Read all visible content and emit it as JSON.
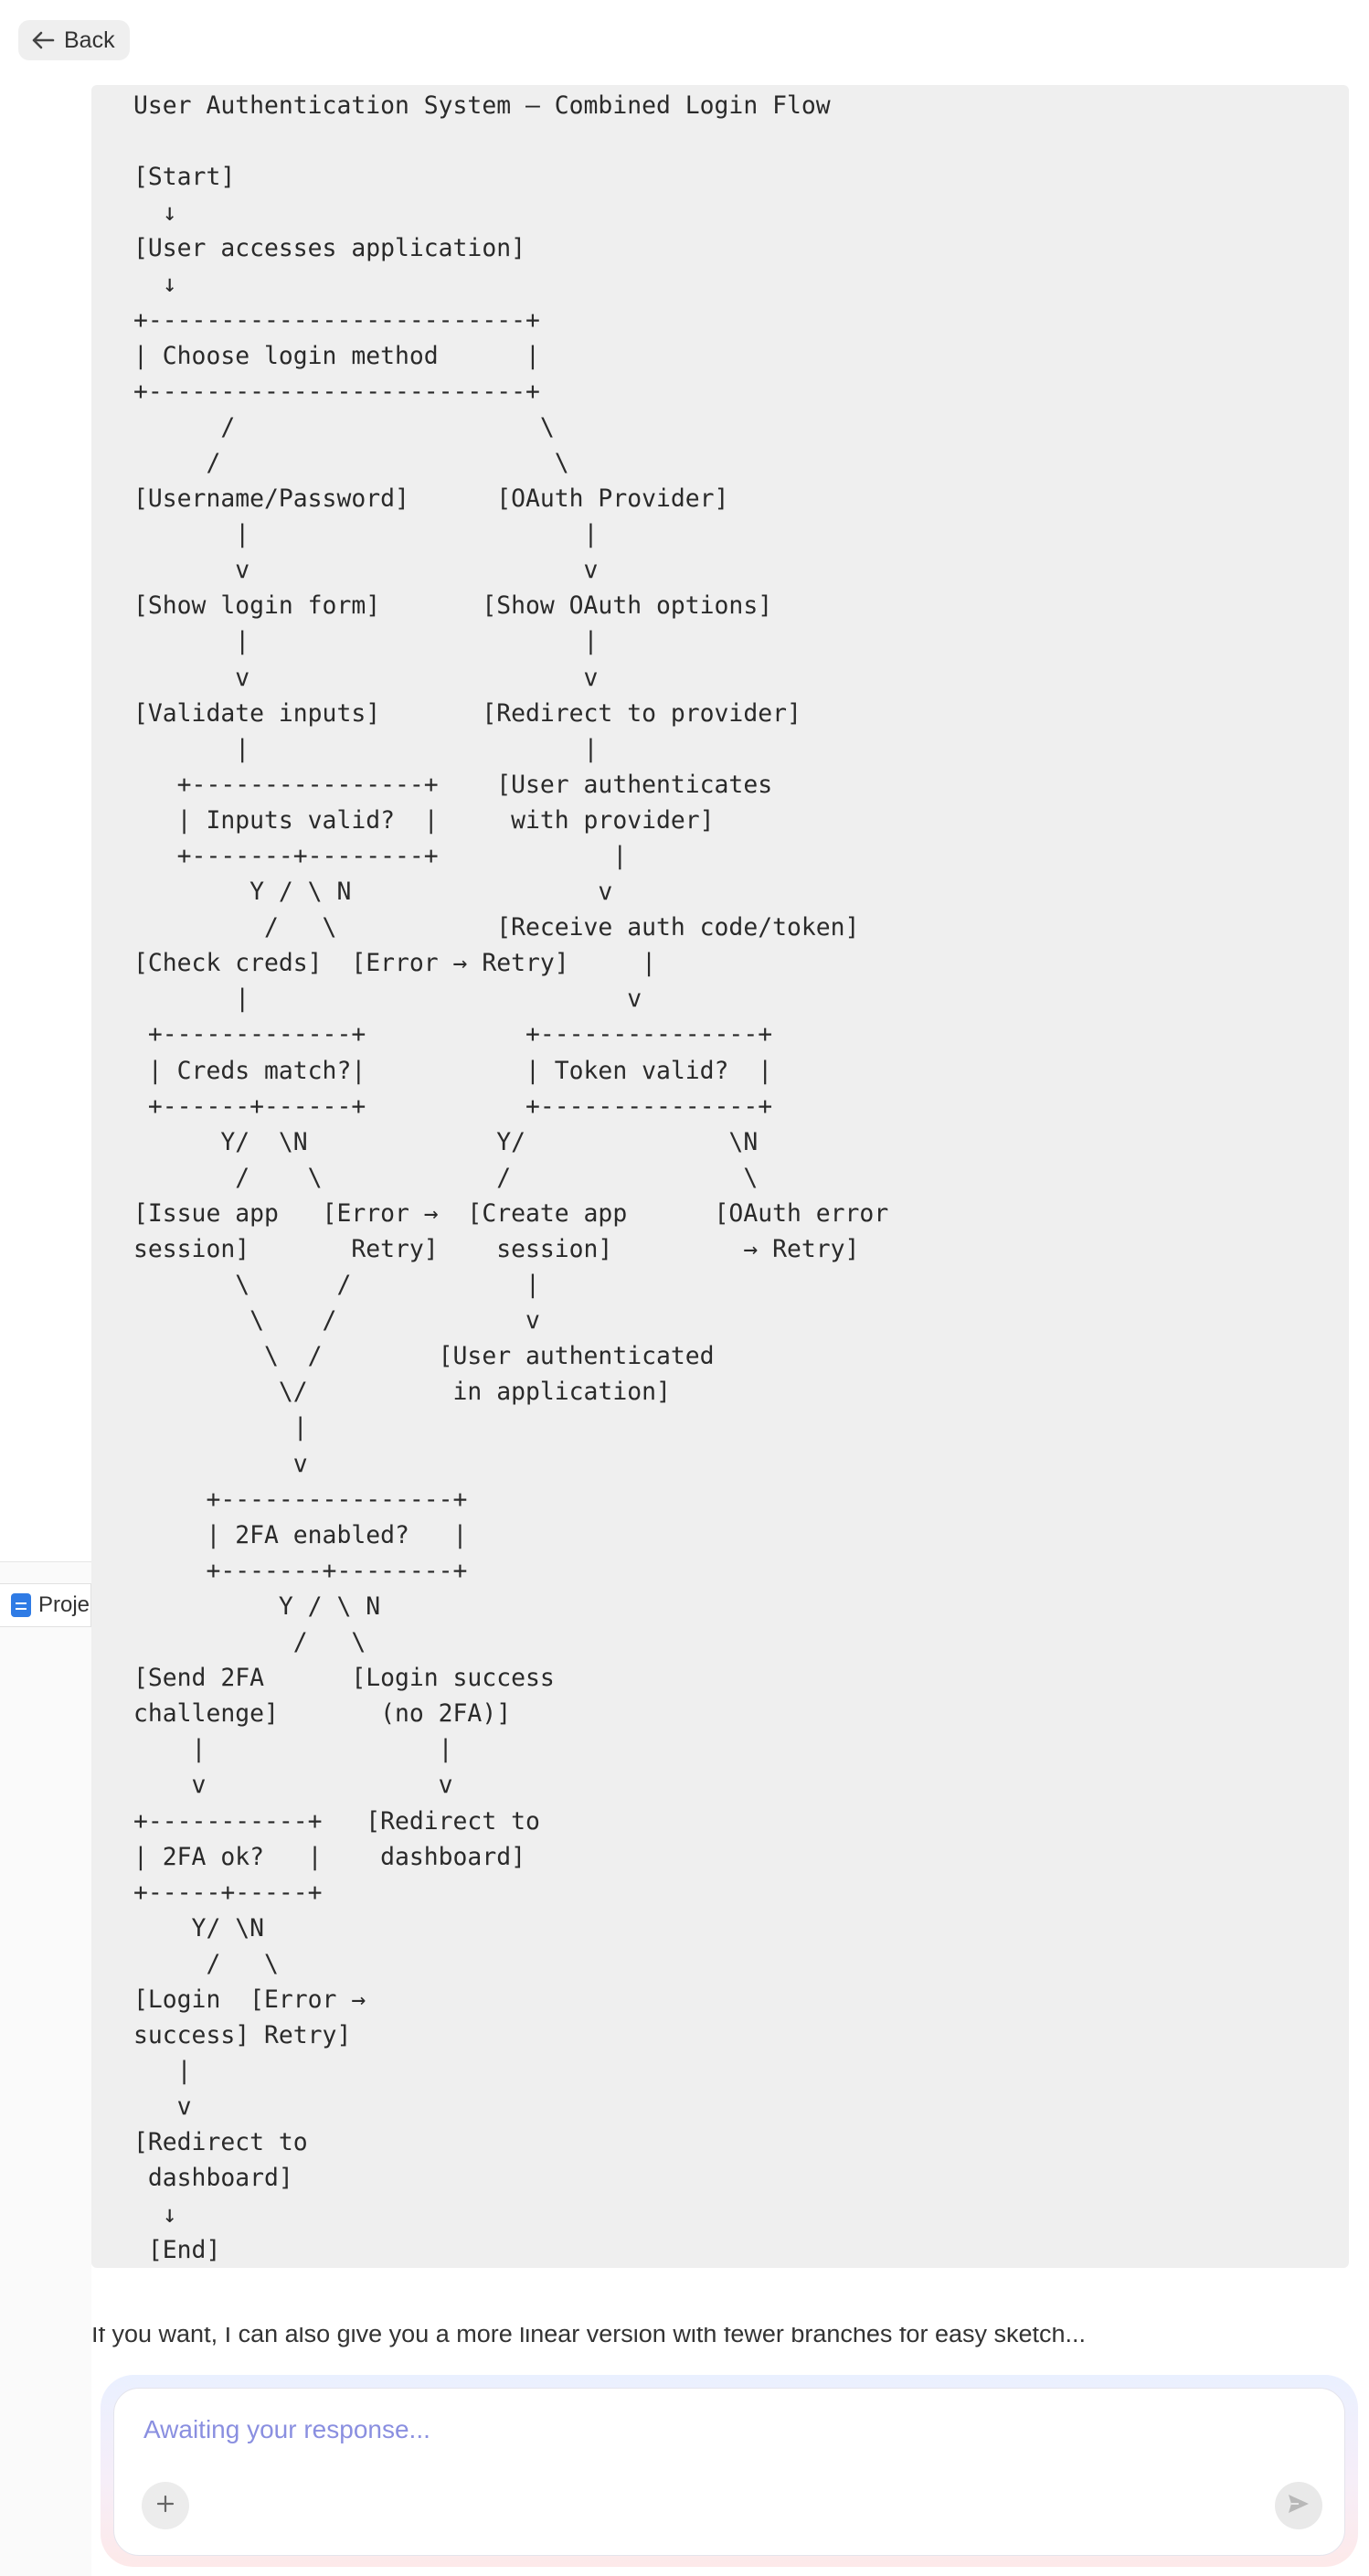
{
  "nav": {
    "back_label": "Back"
  },
  "side_tab": {
    "label": "Proje",
    "icon": "document-icon"
  },
  "code_block": {
    "content": "User Authentication System – Combined Login Flow\n\n[Start]\n  ↓\n[User accesses application]\n  ↓\n+--------------------------+\n| Choose login method      |\n+--------------------------+\n      /                     \\\n     /                       \\\n[Username/Password]      [OAuth Provider]\n       |                       |\n       v                       v\n[Show login form]       [Show OAuth options]\n       |                       |\n       v                       v\n[Validate inputs]       [Redirect to provider]\n       |                       |\n   +----------------+    [User authenticates\n   | Inputs valid?  |     with provider]\n   +-------+--------+            |\n        Y / \\ N                 v\n         /   \\           [Receive auth code/token]\n[Check creds]  [Error → Retry]     |\n       |                          v\n +-------------+           +---------------+\n | Creds match?|           | Token valid?  |\n +------+------+           +---------------+\n      Y/  \\N             Y/              \\N\n       /    \\            /                \\\n[Issue app   [Error →  [Create app      [OAuth error\nsession]       Retry]    session]         → Retry]\n       \\      /            |\n        \\    /             v\n         \\  /        [User authenticated\n          \\/          in application]\n           |\n           v\n     +----------------+\n     | 2FA enabled?   |\n     +-------+--------+\n          Y / \\ N\n           /   \\\n[Send 2FA      [Login success\nchallenge]       (no 2FA)]\n    |                |\n    v                v\n+-----------+   [Redirect to\n| 2FA ok?   |    dashboard]\n+-----+-----+\n    Y/ \\N\n     /   \\\n[Login  [Error →\nsuccess] Retry]\n   |\n   v\n[Redirect to\n dashboard]\n  ↓\n [End]"
  },
  "message": {
    "truncated_text": "If you want, I can also give you a more linear version with fewer branches for easy sketch..."
  },
  "composer": {
    "placeholder": "Awaiting your response...",
    "value": ""
  },
  "colors": {
    "placeholder": "#8a8fe0",
    "code_background": "#efefef",
    "doc_icon": "#2f7be5"
  }
}
